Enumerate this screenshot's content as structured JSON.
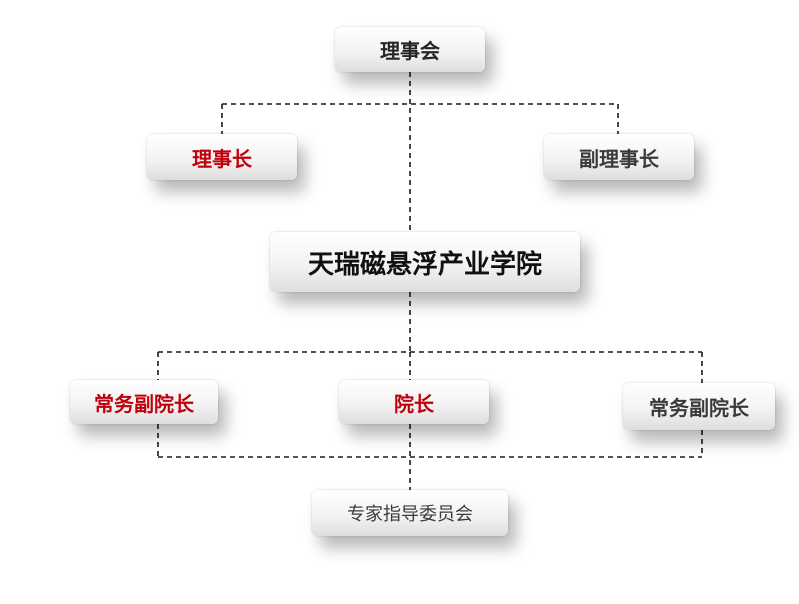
{
  "nodes": {
    "board": "理事会",
    "chairman": "理事长",
    "vice_chairman": "副理事长",
    "institute": "天瑞磁悬浮产业学院",
    "exec_vice_dean_left": "常务副院长",
    "dean": "院长",
    "exec_vice_dean_right": "常务副院长",
    "expert_committee": "专家指导委员会"
  },
  "colors": {
    "highlight": "#c0000b",
    "text": "#262626",
    "connector": "#1a1a1a"
  }
}
